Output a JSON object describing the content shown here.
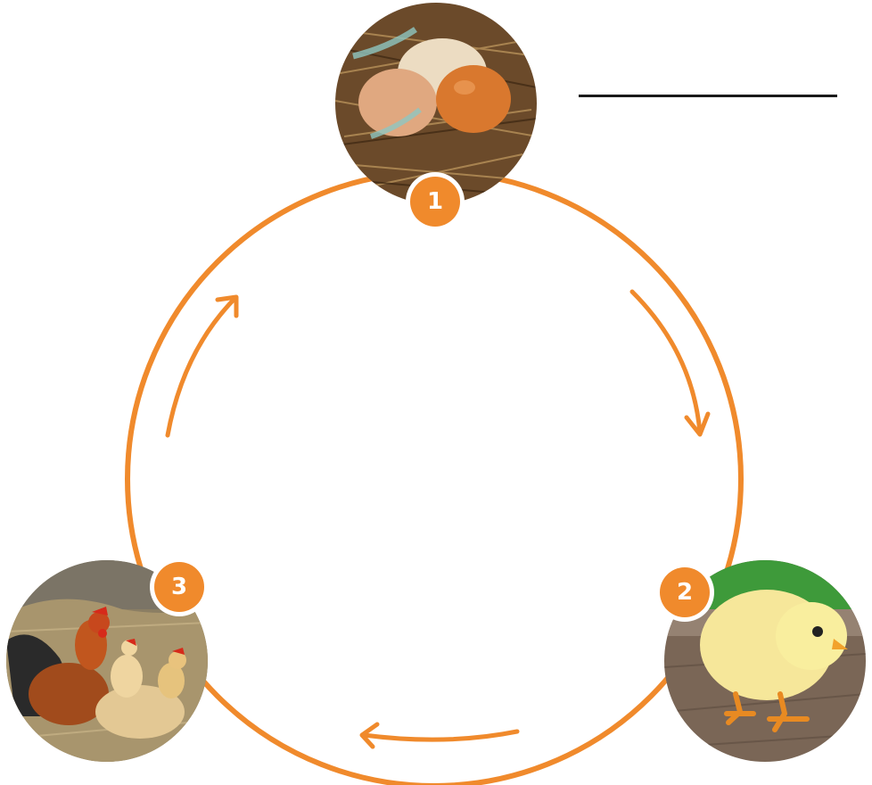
{
  "colors": {
    "accent": "#f08a2c",
    "rule": "#1a1a1a",
    "background": "#ffffff"
  },
  "stages": [
    {
      "number": "1",
      "image": "eggs-in-nest"
    },
    {
      "number": "2",
      "image": "yellow-chick"
    },
    {
      "number": "3",
      "image": "adult-chickens"
    }
  ]
}
